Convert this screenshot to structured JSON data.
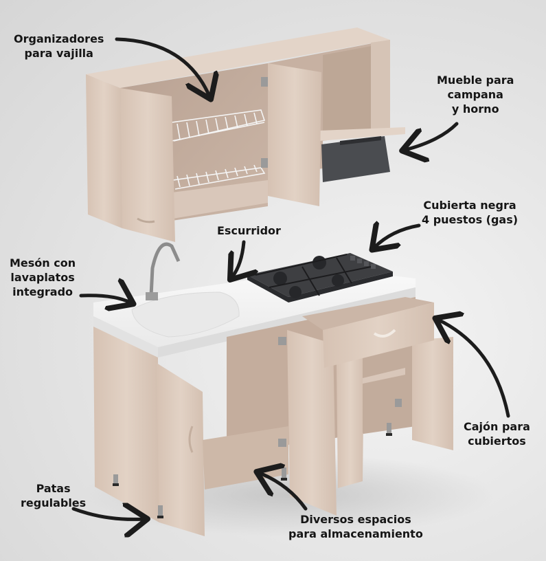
{
  "image": {
    "subject": "modular-kitchen-set",
    "description": "Light oak kitchen set with upper wall cabinet and lower base cabinet with white countertop, integrated sink, faucet and 4-burner black gas cooktop",
    "colors": {
      "background": "#e4e4e4",
      "wood": "#d9c6b8",
      "wood_dark": "#bba595",
      "countertop": "#f3f3f3",
      "cooktop": "#3e3f42",
      "hood": "#4a4c50",
      "arrow": "#1c1c1c",
      "text": "#151515"
    }
  },
  "annotations": [
    {
      "id": "organizers",
      "lines": [
        "Organizadores",
        "para vajilla"
      ]
    },
    {
      "id": "hood-oven-cabinet",
      "lines": [
        "Mueble para",
        "campana",
        "y horno"
      ]
    },
    {
      "id": "cooktop",
      "lines": [
        "Cubierta negra",
        "4 puestos (gas)"
      ]
    },
    {
      "id": "drainer",
      "lines": [
        "Escurridor"
      ]
    },
    {
      "id": "countertop-sink",
      "lines": [
        "Mesón con",
        "lavaplatos",
        "integrado"
      ]
    },
    {
      "id": "cutlery-drawer",
      "lines": [
        "Cajón para",
        "cubiertos"
      ]
    },
    {
      "id": "adjustable-legs",
      "lines": [
        "Patas",
        "regulables"
      ]
    },
    {
      "id": "storage-spaces",
      "lines": [
        "Diversos espacios",
        "para almacenamiento"
      ]
    }
  ]
}
